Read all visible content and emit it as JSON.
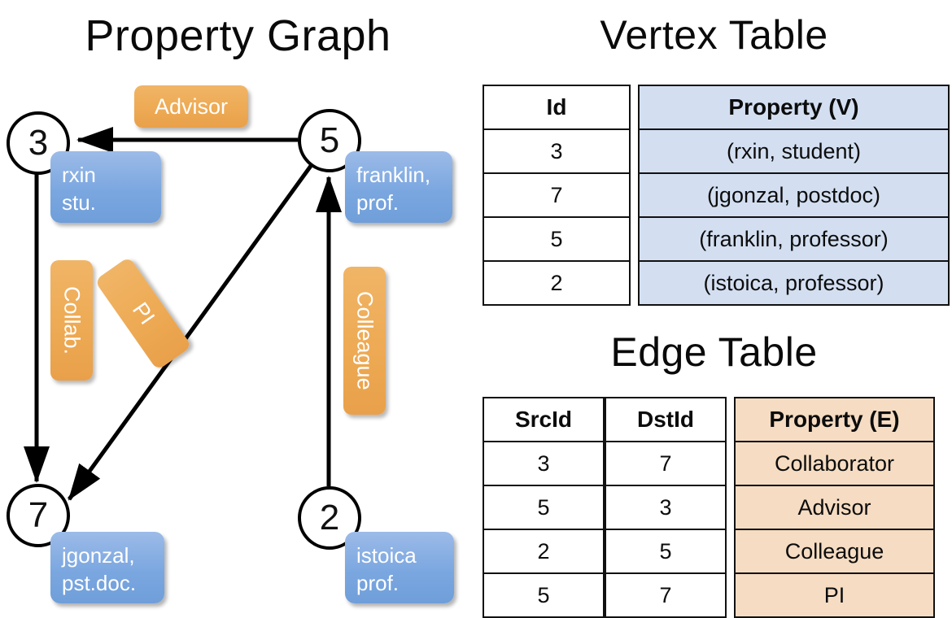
{
  "titles": {
    "property_graph": "Property Graph",
    "vertex_table": "Vertex Table",
    "edge_table": "Edge Table"
  },
  "graph": {
    "nodes": [
      {
        "id": "3",
        "property": "rxin\nstu.",
        "line1": "rxin",
        "line2": "stu."
      },
      {
        "id": "5",
        "property": "franklin, prof.",
        "line1": "franklin,",
        "line2": "prof."
      },
      {
        "id": "7",
        "property": "jgonzal, pst.doc.",
        "line1": "jgonzal,",
        "line2": "pst.doc."
      },
      {
        "id": "2",
        "property": "istoica prof.",
        "line1": "istoica",
        "line2": "prof."
      }
    ],
    "edge_labels": {
      "advisor": "Advisor",
      "collab": "Collab.",
      "colleague": "Colleague",
      "pi": "PI"
    },
    "edges": [
      {
        "from": "5",
        "to": "3",
        "label": "Advisor"
      },
      {
        "from": "3",
        "to": "7",
        "label": "Collab."
      },
      {
        "from": "5",
        "to": "7",
        "label": "PI"
      },
      {
        "from": "2",
        "to": "5",
        "label": "Colleague"
      }
    ]
  },
  "vertex_table": {
    "headers": [
      "Id",
      "Property (V)"
    ],
    "rows": [
      {
        "id": "3",
        "property": "(rxin, student)"
      },
      {
        "id": "7",
        "property": "(jgonzal, postdoc)"
      },
      {
        "id": "5",
        "property": "(franklin, professor)"
      },
      {
        "id": "2",
        "property": "(istoica, professor)"
      }
    ]
  },
  "edge_table": {
    "headers": [
      "SrcId",
      "DstId",
      "Property (E)"
    ],
    "rows": [
      {
        "src": "3",
        "dst": "7",
        "property": "Collaborator"
      },
      {
        "src": "5",
        "dst": "3",
        "property": "Advisor"
      },
      {
        "src": "2",
        "dst": "5",
        "property": "Colleague"
      },
      {
        "src": "5",
        "dst": "7",
        "property": "PI"
      }
    ]
  },
  "colors": {
    "vertex_property_fill": "#d3dff1",
    "edge_property_fill": "#f5dcc2",
    "node_property_box": "#7ba7e0",
    "edge_label_box": "#eeab55",
    "border": "#111111",
    "background": "#ffffff"
  }
}
